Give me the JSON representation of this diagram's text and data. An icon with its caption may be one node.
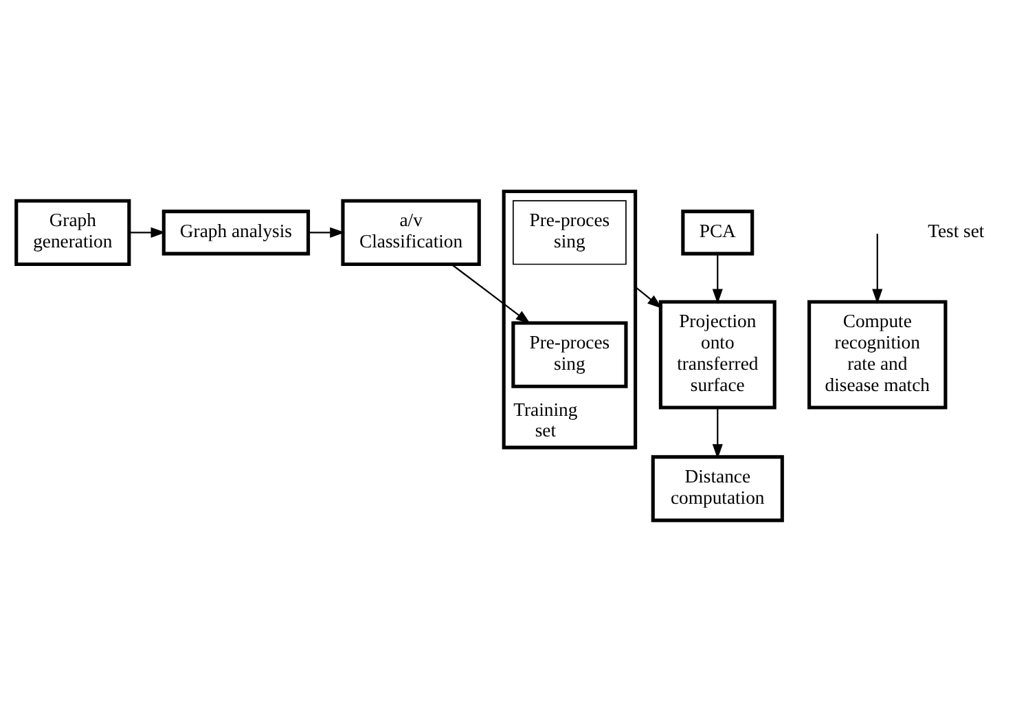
{
  "diagram": {
    "nodes": [
      {
        "text": [
          "Graph generation"
        ]
      },
      {
        "text": [
          "Graph analysis"
        ]
      },
      {
        "text": [
          "a/v Classification"
        ]
      },
      {
        "text": [],
        "shape": "box",
        "beside": [
          "Training set"
        ]
      },
      {
        "text": [
          "Pre-proces sing"
        ],
        "in": 3
      },
      {
        "text": [
          "Pre-proces sing"
        ],
        "in": 3
      },
      {
        "text": [
          "PCA"
        ]
      },
      {
        "text": [
          "Projection onto transferred surface"
        ]
      },
      {
        "text": [
          "Distance computation"
        ]
      },
      {
        "text": [
          "Compute recognition rate and disease match"
        ]
      }
    ],
    "edges": [
      {
        "from": 0,
        "to": 1,
        "arrow": "to"
      },
      {
        "from": 1,
        "to": 2,
        "arrow": "to"
      },
      {
        "from": 2,
        "to": 4,
        "arrow": "to"
      },
      {
        "from": 6,
        "to": 7,
        "arrow": "to"
      },
      {
        "from": 3,
        "to": 7,
        "arrow": "to"
      },
      {
        "from": 7,
        "to": 8,
        "arrow": "to"
      },
      {
        "from": null,
        "to": 9,
        "arrow": "to"
      }
    ],
    "labels": [
      "Test set"
    ]
  }
}
